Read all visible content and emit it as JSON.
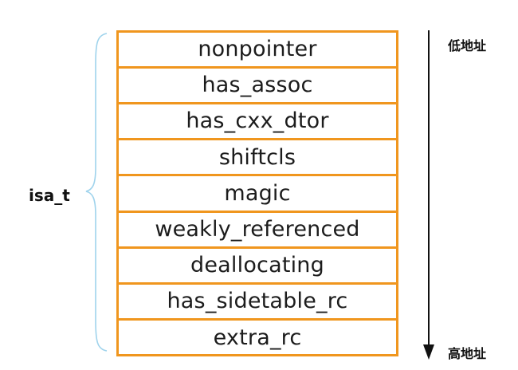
{
  "struct_name": "isa_t",
  "fields": [
    "nonpointer",
    "has_assoc",
    "has_cxx_dtor",
    "shiftcls",
    "magic",
    "weakly_referenced",
    "deallocating",
    "has_sidetable_rc",
    "extra_rc"
  ],
  "address": {
    "low": "低地址",
    "high": "高地址"
  },
  "colors": {
    "field_border": "#f0961e",
    "brace": "#9fd3ec",
    "arrow": "#111111",
    "text": "#1c1c1c"
  }
}
